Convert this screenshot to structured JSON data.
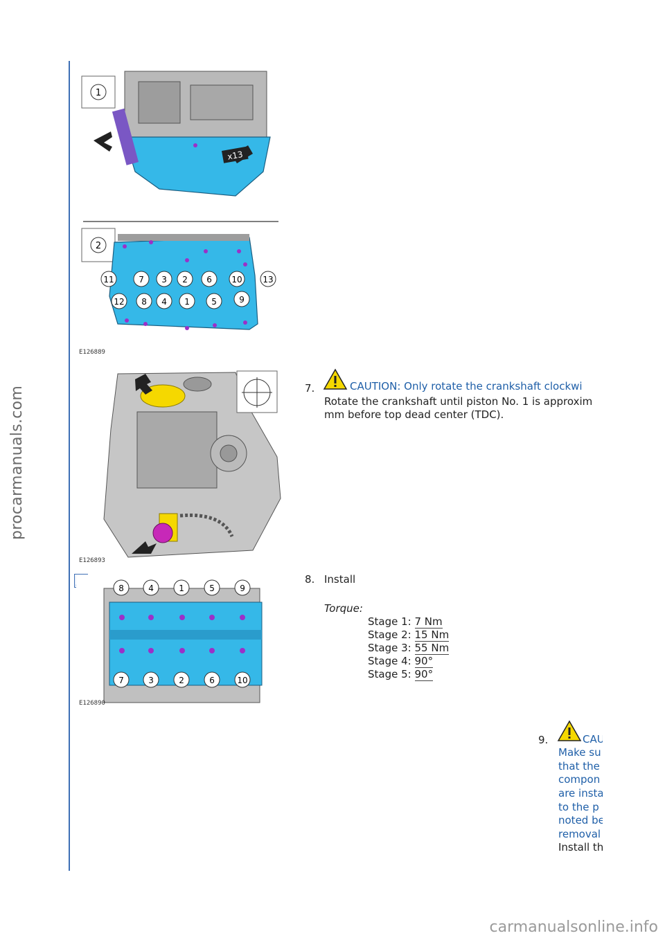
{
  "watermarks": {
    "side": "procarmanuals.com",
    "bottom": "carmanualsonline.info"
  },
  "figures": {
    "fig1": {
      "callout1": "1",
      "callout2": "2",
      "tag": "x13",
      "code": "E126889",
      "bolt_labels_top": [
        "11",
        "7",
        "3",
        "2",
        "6",
        "10",
        "13"
      ],
      "bolt_labels_bottom": [
        "12",
        "8",
        "4",
        "1",
        "5",
        "9"
      ]
    },
    "fig2": {
      "code": "E126893"
    },
    "fig3": {
      "code": "E126890",
      "labels_top": [
        "8",
        "4",
        "1",
        "5",
        "9"
      ],
      "labels_bottom": [
        "7",
        "3",
        "2",
        "6",
        "10"
      ]
    }
  },
  "steps": {
    "step7": {
      "number": "7.",
      "caution": "CAUTION: Only rotate the crankshaft clockwi",
      "line1": "Rotate the crankshaft until piston No. 1 is approxim",
      "line2": "mm before top dead center (TDC)."
    },
    "step8": {
      "number": "8.",
      "text": "Install",
      "torque_label": "Torque:",
      "stages": [
        {
          "label": "Stage 1:",
          "value": "7 Nm"
        },
        {
          "label": "Stage 2:",
          "value": "15 Nm"
        },
        {
          "label": "Stage 3:",
          "value": "55 Nm"
        },
        {
          "label": "Stage 4:",
          "value": "90°"
        },
        {
          "label": "Stage 5:",
          "value": "90°"
        }
      ]
    },
    "step9": {
      "number": "9.",
      "caution": "CAU",
      "lines": [
        "Make su",
        "that the",
        "compon",
        "are insta",
        "to the p",
        "noted be",
        "removal"
      ],
      "install": "Install th"
    }
  },
  "colors": {
    "accent": "#1f5fa8",
    "part_blue": "#35b8e8",
    "bolt_purple": "#9b30c8",
    "warning_yellow": "#f5d800"
  }
}
